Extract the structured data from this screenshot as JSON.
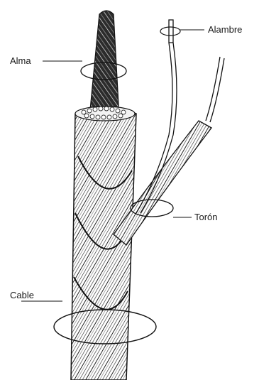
{
  "labels": {
    "alambre": "Alambre",
    "alma": "Alma",
    "toron": "Torón",
    "cable": "Cable"
  },
  "colors": {
    "ink": "#111111",
    "paper": "#ffffff",
    "shade": "#555555"
  }
}
